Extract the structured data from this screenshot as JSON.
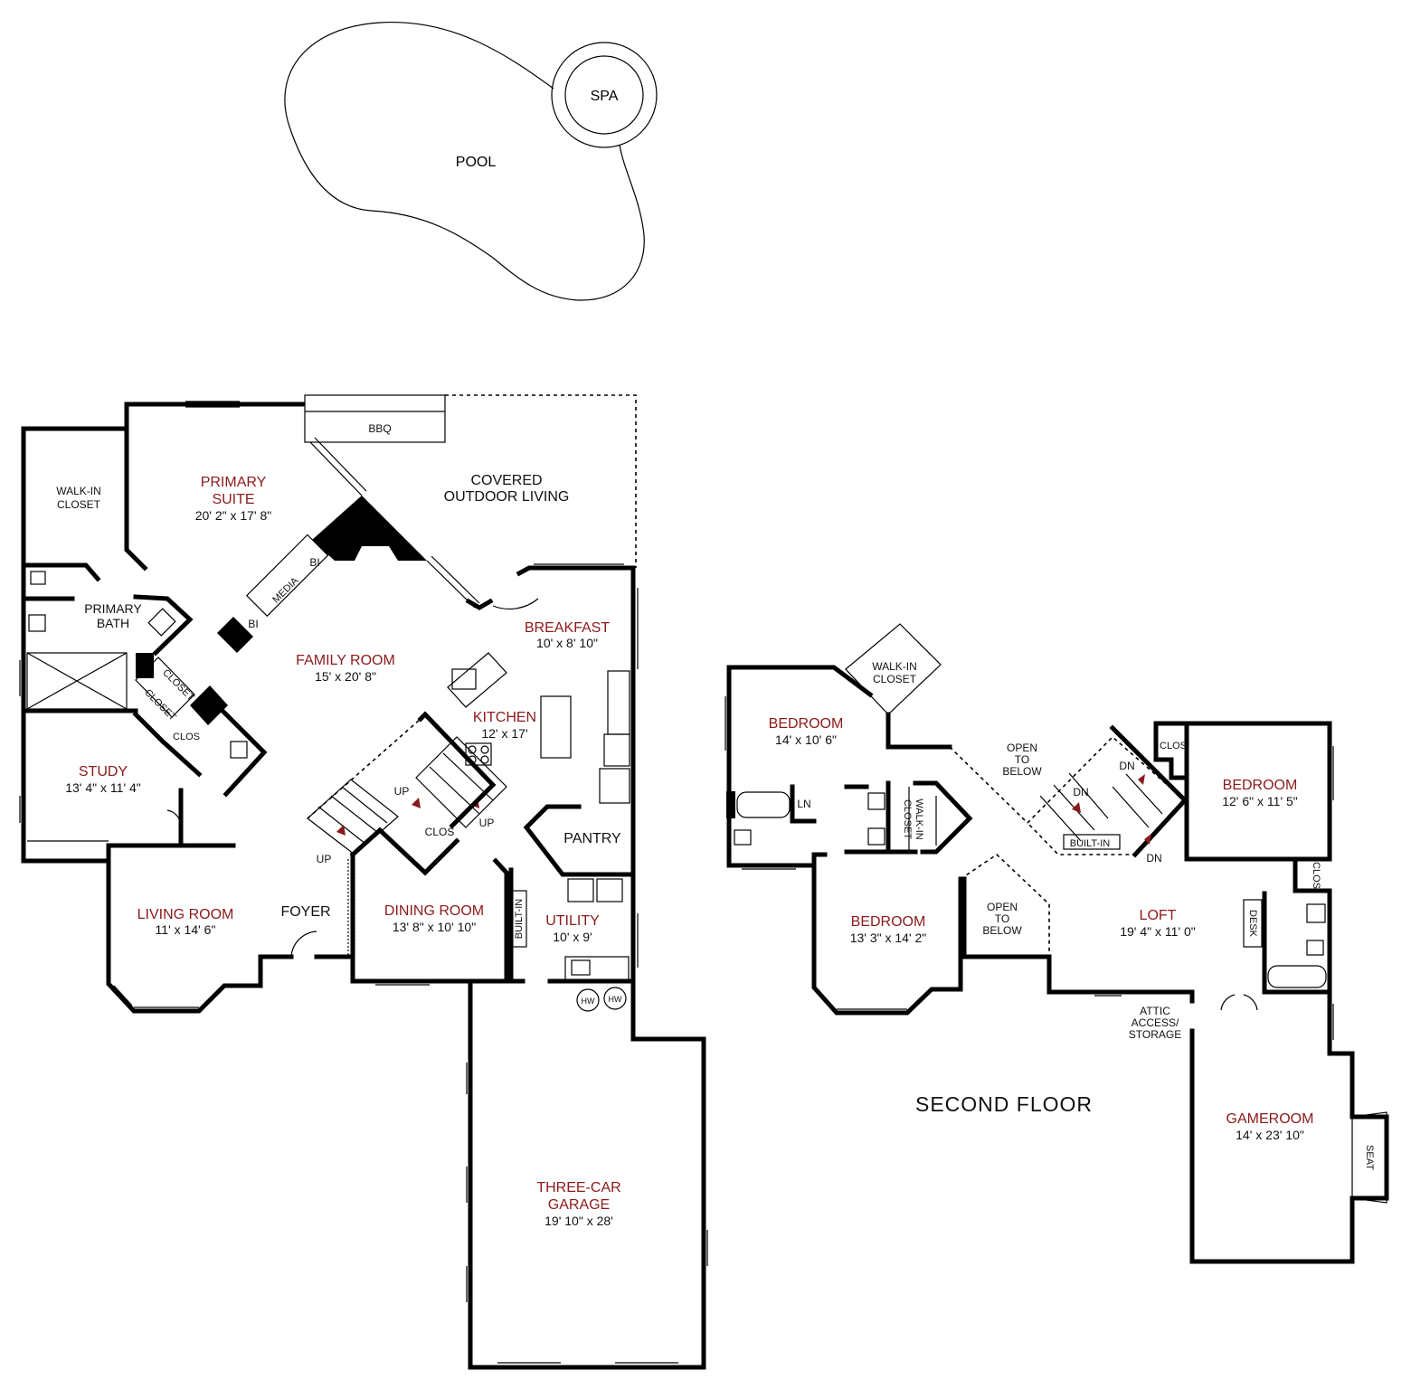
{
  "colors": {
    "room_label": "#8b1a1a",
    "text": "#111111",
    "wall": "#000000",
    "background": "#ffffff"
  },
  "first_floor": {
    "pool": "POOL",
    "spa": "SPA",
    "bbq": "BBQ",
    "covered_outdoor": [
      "COVERED",
      "OUTDOOR LIVING"
    ],
    "walk_in_closet": [
      "WALK-IN",
      "CLOSET"
    ],
    "primary_suite": {
      "name": [
        "PRIMARY",
        "SUITE"
      ],
      "dim": "20' 2\" x 17' 8\""
    },
    "primary_bath": [
      "PRIMARY",
      "BATH"
    ],
    "media": "MEDIA",
    "bi": "BI",
    "family_room": {
      "name": "FAMILY ROOM",
      "dim": "15' x 20' 8\""
    },
    "breakfast": {
      "name": "BREAKFAST",
      "dim": "10' x 8' 10\""
    },
    "kitchen": {
      "name": "KITCHEN",
      "dim": "12' x 17'"
    },
    "closet": "CLOSET",
    "clos": "CLOS",
    "study": {
      "name": "STUDY",
      "dim": "13' 4\" x 11' 4\""
    },
    "up": "UP",
    "pantry": "PANTRY",
    "living_room": {
      "name": "LIVING ROOM",
      "dim": "11' x 14' 6\""
    },
    "foyer": "FOYER",
    "dining_room": {
      "name": "DINING ROOM",
      "dim": "13' 8\" x 10' 10\""
    },
    "built_in": "BUILT-IN",
    "utility": {
      "name": "UTILITY",
      "dim": "10' x 9'"
    },
    "hw": "HW",
    "garage": {
      "name": [
        "THREE-CAR",
        "GARAGE"
      ],
      "dim": "19' 10\" x 28'"
    }
  },
  "second_floor": {
    "title": "SECOND  FLOOR",
    "walk_in_closet": [
      "WALK-IN",
      "CLOSET"
    ],
    "bedroom_a": {
      "name": "BEDROOM",
      "dim": "14' x 10' 6\""
    },
    "open_to_below": [
      "OPEN",
      "TO",
      "BELOW"
    ],
    "clos": "CLOS",
    "dn": "DN",
    "bedroom_b": {
      "name": "BEDROOM",
      "dim": "12' 6\" x 11' 5\""
    },
    "ln": "LN",
    "built_in": "BUILT-IN",
    "bedroom_c": {
      "name": "BEDROOM",
      "dim": "13' 3\" x 14' 2\""
    },
    "loft": {
      "name": "LOFT",
      "dim": "19' 4\" x 11' 0\""
    },
    "desk": "DESK",
    "attic": [
      "ATTIC",
      "ACCESS/",
      "STORAGE"
    ],
    "gameroom": {
      "name": "GAMEROOM",
      "dim": "14' x 23' 10\""
    },
    "seat": "SEAT"
  }
}
